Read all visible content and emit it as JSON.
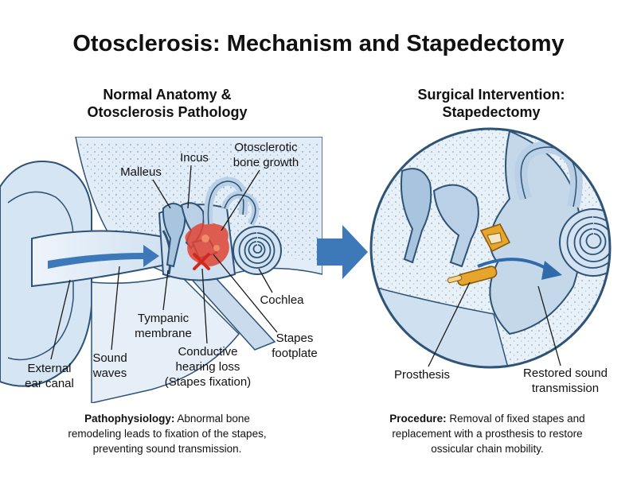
{
  "title": "Otosclerosis: Mechanism and Stapedectomy",
  "left_panel": {
    "heading": [
      "Normal Anatomy &",
      "Otosclerosis Pathology"
    ],
    "labels": {
      "incus": "Incus",
      "malleus": "Malleus",
      "otosclerotic": [
        "Otosclerotic",
        "bone growth"
      ],
      "cochlea": "Cochlea",
      "tympanic": [
        "Tympanic",
        "membrane"
      ],
      "stapes": [
        "Stapes",
        "footplate"
      ],
      "external": [
        "External",
        "ear canal"
      ],
      "sound": [
        "Sound",
        "waves"
      ],
      "conductive": [
        "Conductive",
        "hearing loss",
        "(Stapes fixation)"
      ]
    },
    "caption": {
      "bold": "Pathophysiology:",
      "lines": [
        "Abnormal bone",
        "remodeling leads to fixation of the stapes,",
        "preventing sound transmission."
      ]
    }
  },
  "right_panel": {
    "heading": [
      "Surgical Intervention:",
      "Stapedectomy"
    ],
    "labels": {
      "prosthesis": "Prosthesis",
      "restored": [
        "Restored sound",
        "transmission"
      ]
    },
    "caption": {
      "bold": "Procedure:",
      "lines": [
        "Removal of fixed stapes and",
        "replacement with a prosthesis to restore",
        "ossicular chain mobility."
      ]
    }
  },
  "colors": {
    "skin": "#dce9f5",
    "bone": "#c4d8ea",
    "outline": "#2e5375",
    "sclerosis": "#e04432",
    "arrow": "#3d78b8",
    "prosthesis": "#e6a52c"
  }
}
